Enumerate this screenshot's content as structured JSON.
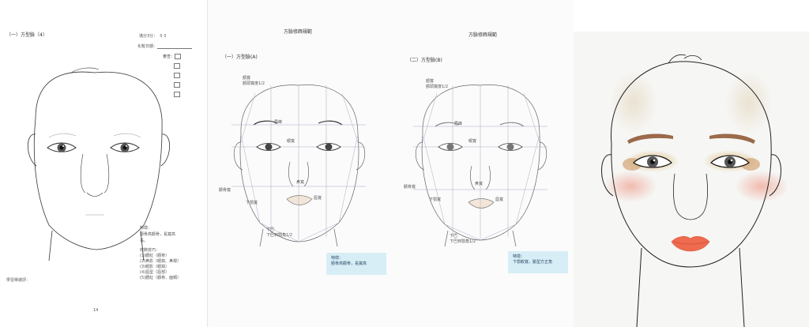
{
  "worksheet": {
    "title": "（一）方型臉（4）",
    "score_label": "滿分3分：",
    "score_value": "0    3",
    "date_label": "化粧日期：",
    "options": [
      "",
      ""
    ],
    "notes_lines": [
      "特徵：",
      "額骨高顴骨，長寬高",
      "長。"
    ],
    "notes2": [
      "修飾技巧：",
      "(1)腮紅（顴骨）",
      "(2)鼻影（眼窩、鼻樑）",
      "(3)眼影（眼窩）",
      "(4)唇型（唇部）",
      "(5)腮紅（顴骨、面頰）"
    ],
    "footer_label": "學習單總評：",
    "page_number": "14"
  },
  "analysis": {
    "header_left": "方臉修飾規範",
    "header_right": "方臉修飾規範",
    "left": {
      "title": "（一）方型臉(A)",
      "labels": [
        "額寬",
        "額頭寬度1/2",
        "眉峰",
        "眼寬",
        "鼻寬",
        "顴骨寬",
        "下顎寬",
        "唇寬",
        "下巴",
        "下巴到顎角1/2"
      ],
      "note_lines": [
        "特徵：",
        "額骨高顴骨，長寬高"
      ]
    },
    "right": {
      "title": "（二）方型臉(B)",
      "labels": [
        "額寬",
        "額頭寬度1/2",
        "眉峰",
        "眼寬",
        "鼻寬",
        "顴骨寬",
        "下顎寬",
        "唇寬",
        "下巴",
        "下巴到顎角1/2"
      ],
      "note_lines": [
        "特徵：",
        "下顎較寬，臉型方正角"
      ]
    }
  },
  "colors": {
    "eyeshadow": "#e2c27a",
    "eyeshadow_outer": "#c98e52",
    "blush": "#f2c0b4",
    "lips": "#ef6a4e",
    "brow": "#9a6a4a",
    "note_bg": "#d8eef6"
  }
}
